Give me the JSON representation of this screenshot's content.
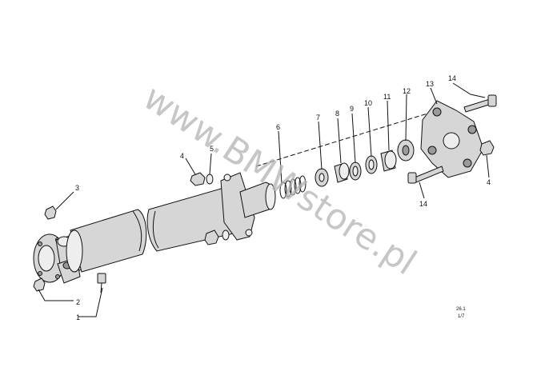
{
  "callouts": {
    "c1": "1",
    "c2": "2",
    "c3": "3",
    "c4a": "4",
    "c4b": "4",
    "c5": "5",
    "c6": "6",
    "c7": "7",
    "c8": "8",
    "c9": "9",
    "c10": "10",
    "c11": "11",
    "c12": "12",
    "c13": "13",
    "c14a": "14",
    "c14b": "14"
  },
  "reference": {
    "line1": "26.1",
    "line2": "1/7"
  },
  "watermark": "www.BMWstore.pl"
}
